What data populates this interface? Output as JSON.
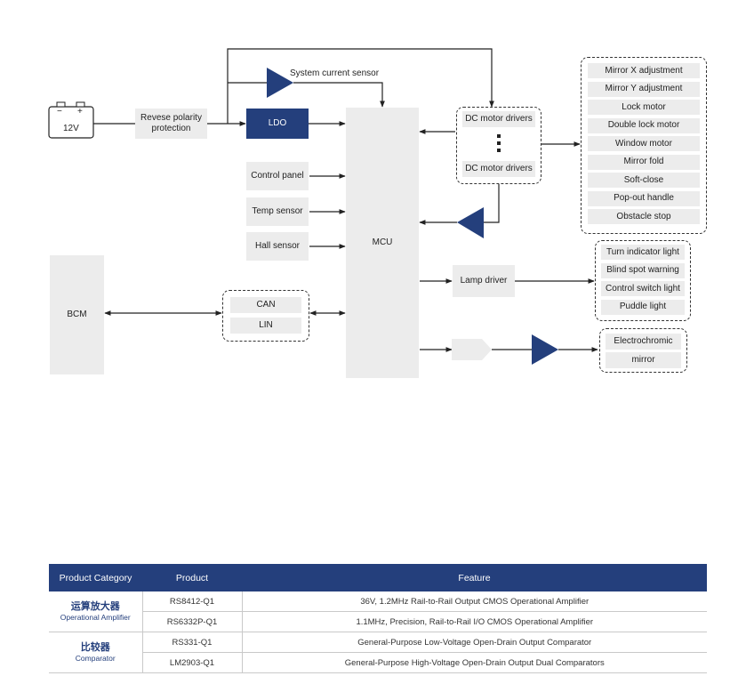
{
  "battery": {
    "label": "12V",
    "minus": "−",
    "plus": "+"
  },
  "blocks": {
    "polarity": "Revese polarity protection",
    "ldo": "LDO",
    "current_sensor": "System current sensor",
    "control_panel": "Control panel",
    "temp_sensor": "Temp sensor",
    "hall_sensor": "Hall sensor",
    "mcu": "MCU",
    "bcm": "BCM",
    "can": "CAN",
    "lin": "LIN",
    "dc_driver_1": "DC motor drivers",
    "dc_driver_2": "DC motor drivers",
    "lamp_driver": "Lamp driver"
  },
  "motor_loads": [
    "Mirror X adjustment",
    "Mirror Y adjustment",
    "Lock motor",
    "Double lock motor",
    "Window motor",
    "Mirror fold",
    "Soft-close",
    "Pop-out handle",
    "Obstacle stop"
  ],
  "lamp_loads": [
    "Turn indicator light",
    "Blind spot warning",
    "Control switch light",
    "Puddle light"
  ],
  "mirror_loads": [
    "Electrochromic",
    "mirror"
  ],
  "colors": {
    "accent": "#243f7c",
    "block": "#ececec"
  },
  "table": {
    "headers": [
      "Product Category",
      "Product",
      "Feature"
    ],
    "groups": [
      {
        "category_cn": "运算放大器",
        "category_en": "Operational Amplifier",
        "rows": [
          {
            "product": "RS8412-Q1",
            "feature": "36V, 1.2MHz Rail-to-Rail Output CMOS Operational Amplifier"
          },
          {
            "product": "RS6332P-Q1",
            "feature": "1.1MHz, Precision, Rail-to-Rail I/O CMOS Operational Amplifier"
          }
        ]
      },
      {
        "category_cn": "比较器",
        "category_en": "Comparator",
        "rows": [
          {
            "product": "RS331-Q1",
            "feature": "General-Purpose Low-Voltage Open-Drain  Output Comparator"
          },
          {
            "product": "LM2903-Q1",
            "feature": "General-Purpose High-Voltage Open-Drain Output Dual Comparators"
          }
        ]
      }
    ]
  }
}
